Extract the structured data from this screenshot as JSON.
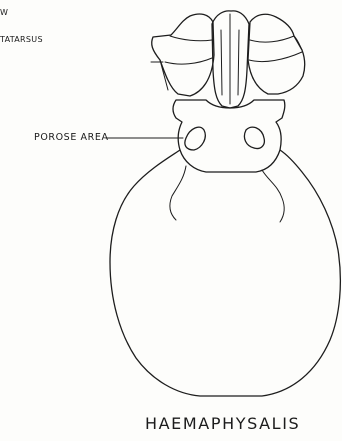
{
  "labels": {
    "claw_partial": "W",
    "metatarsus_partial": "TATARSUS",
    "porose_area": "POROSE AREA"
  },
  "caption": {
    "genus": "HAEMAPHYSALIS"
  },
  "colors": {
    "ink": "#1d1d1d",
    "paper": "#fdfdfb"
  }
}
